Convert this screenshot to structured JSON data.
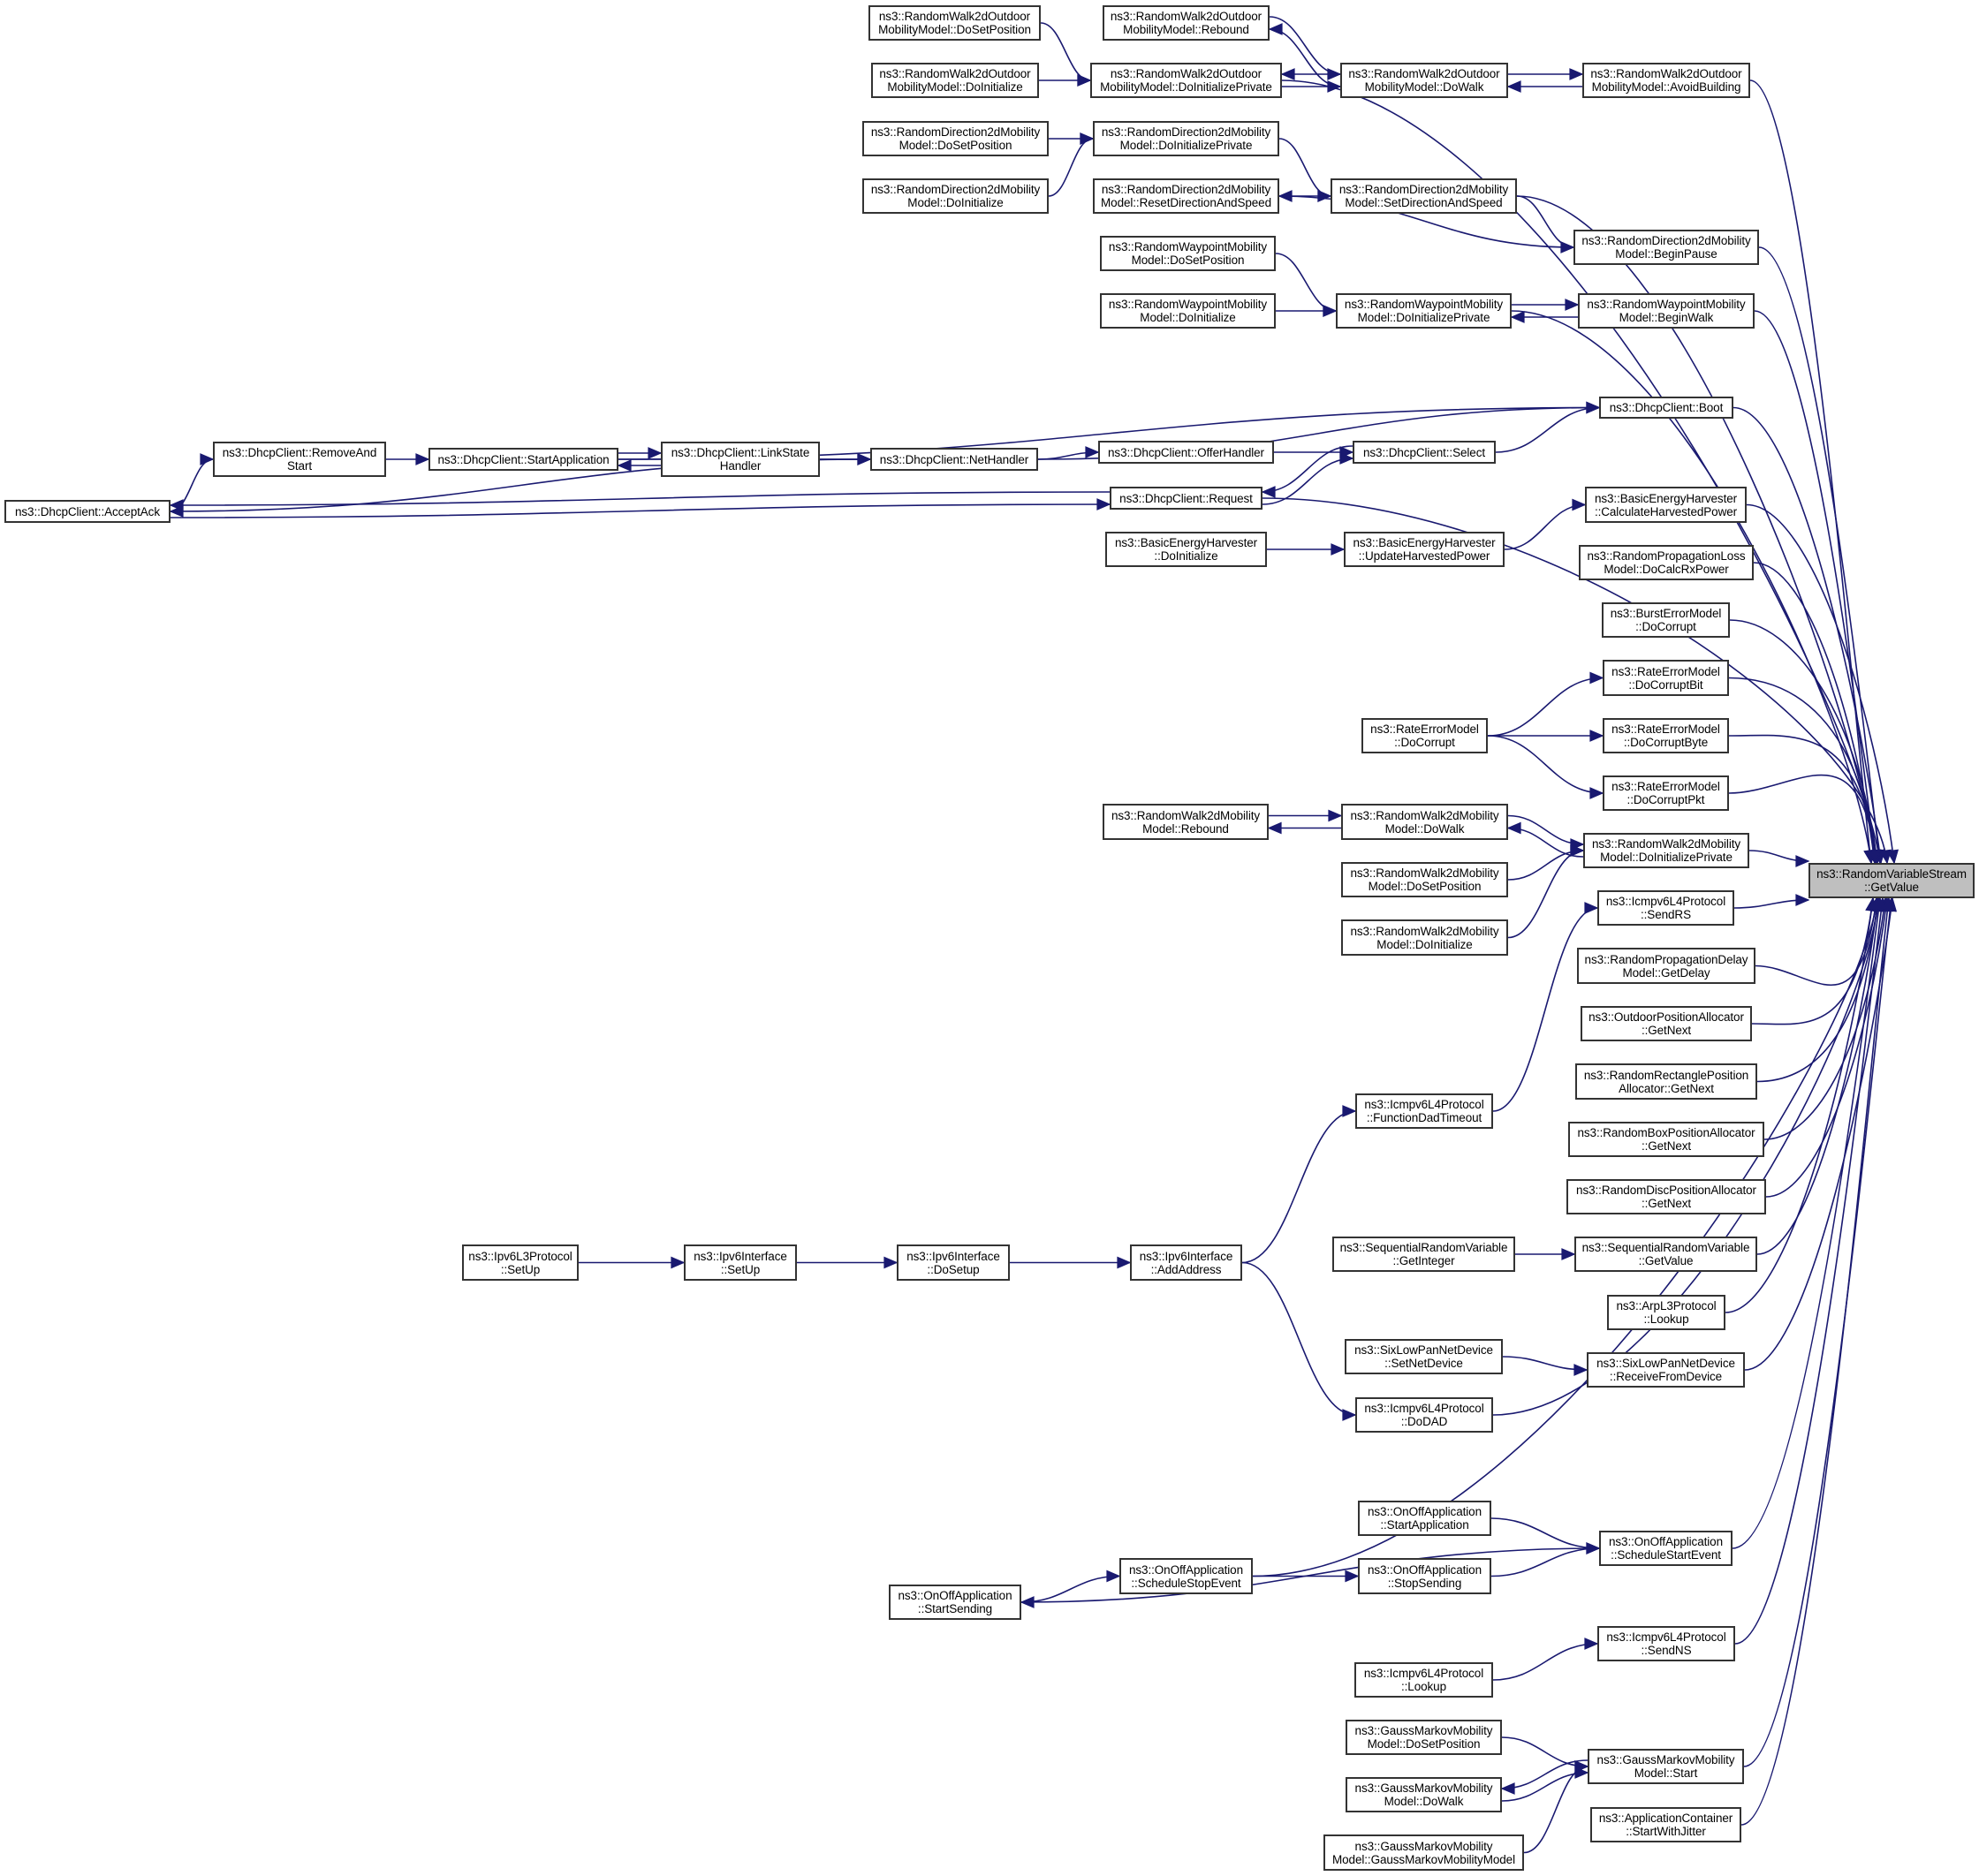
{
  "diagram": {
    "type": "call-graph",
    "target": "getvalue",
    "colors": {
      "edge": "#191970",
      "node_border": "#333333",
      "node_fill": "#ffffff",
      "target_fill": "#bfbfbf"
    },
    "nodes": {
      "rw2do_dosetpos": {
        "l1": "ns3::RandomWalk2dOutdoor",
        "l2": "MobilityModel::DoSetPosition"
      },
      "rw2do_doinit": {
        "l1": "ns3::RandomWalk2dOutdoor",
        "l2": "MobilityModel::DoInitialize"
      },
      "rw2do_doinitpriv": {
        "l1": "ns3::RandomWalk2dOutdoor",
        "l2": "MobilityModel::DoInitializePrivate"
      },
      "rw2do_rebound": {
        "l1": "ns3::RandomWalk2dOutdoor",
        "l2": "MobilityModel::Rebound"
      },
      "rw2do_dowalk": {
        "l1": "ns3::RandomWalk2dOutdoor",
        "l2": "MobilityModel::DoWalk"
      },
      "rw2do_avoid": {
        "l1": "ns3::RandomWalk2dOutdoor",
        "l2": "MobilityModel::AvoidBuilding"
      },
      "rd2d_dosetpos": {
        "l1": "ns3::RandomDirection2dMobility",
        "l2": "Model::DoSetPosition"
      },
      "rd2d_doinit": {
        "l1": "ns3::RandomDirection2dMobility",
        "l2": "Model::DoInitialize"
      },
      "rd2d_doinitpriv": {
        "l1": "ns3::RandomDirection2dMobility",
        "l2": "Model::DoInitializePrivate"
      },
      "rd2d_reset": {
        "l1": "ns3::RandomDirection2dMobility",
        "l2": "Model::ResetDirectionAndSpeed"
      },
      "rd2d_setdir": {
        "l1": "ns3::RandomDirection2dMobility",
        "l2": "Model::SetDirectionAndSpeed"
      },
      "rd2d_beginpause": {
        "l1": "ns3::RandomDirection2dMobility",
        "l2": "Model::BeginPause"
      },
      "rwp_dosetpos": {
        "l1": "ns3::RandomWaypointMobility",
        "l2": "Model::DoSetPosition"
      },
      "rwp_doinit": {
        "l1": "ns3::RandomWaypointMobility",
        "l2": "Model::DoInitialize"
      },
      "rwp_doinitpriv": {
        "l1": "ns3::RandomWaypointMobility",
        "l2": "Model::DoInitializePrivate"
      },
      "rwp_beginwalk": {
        "l1": "ns3::RandomWaypointMobility",
        "l2": "Model::BeginWalk"
      },
      "dhcp_acceptack": {
        "l1": "ns3::DhcpClient::AcceptAck",
        "l2": ""
      },
      "dhcp_removeandstart": {
        "l1": "ns3::DhcpClient::RemoveAnd",
        "l2": "Start"
      },
      "dhcp_startapp": {
        "l1": "ns3::DhcpClient::StartApplication",
        "l2": ""
      },
      "dhcp_linkstate": {
        "l1": "ns3::DhcpClient::LinkState",
        "l2": "Handler"
      },
      "dhcp_nethandler": {
        "l1": "ns3::DhcpClient::NetHandler",
        "l2": ""
      },
      "dhcp_offerhandler": {
        "l1": "ns3::DhcpClient::OfferHandler",
        "l2": ""
      },
      "dhcp_select": {
        "l1": "ns3::DhcpClient::Select",
        "l2": ""
      },
      "dhcp_request": {
        "l1": "ns3::DhcpClient::Request",
        "l2": ""
      },
      "dhcp_boot": {
        "l1": "ns3::DhcpClient::Boot",
        "l2": ""
      },
      "beh_doinit": {
        "l1": "ns3::BasicEnergyHarvester",
        "l2": "::DoInitialize"
      },
      "beh_update": {
        "l1": "ns3::BasicEnergyHarvester",
        "l2": "::UpdateHarvestedPower"
      },
      "beh_calc": {
        "l1": "ns3::BasicEnergyHarvester",
        "l2": "::CalculateHarvestedPower"
      },
      "rploss": {
        "l1": "ns3::RandomPropagationLoss",
        "l2": "Model::DoCalcRxPower"
      },
      "burst": {
        "l1": "ns3::BurstErrorModel",
        "l2": "::DoCorrupt"
      },
      "rem_docorrupt": {
        "l1": "ns3::RateErrorModel",
        "l2": "::DoCorrupt"
      },
      "rem_bit": {
        "l1": "ns3::RateErrorModel",
        "l2": "::DoCorruptBit"
      },
      "rem_byte": {
        "l1": "ns3::RateErrorModel",
        "l2": "::DoCorruptByte"
      },
      "rem_pkt": {
        "l1": "ns3::RateErrorModel",
        "l2": "::DoCorruptPkt"
      },
      "rw2d_rebound": {
        "l1": "ns3::RandomWalk2dMobility",
        "l2": "Model::Rebound"
      },
      "rw2d_dowalk": {
        "l1": "ns3::RandomWalk2dMobility",
        "l2": "Model::DoWalk"
      },
      "rw2d_dosetpos": {
        "l1": "ns3::RandomWalk2dMobility",
        "l2": "Model::DoSetPosition"
      },
      "rw2d_doinit": {
        "l1": "ns3::RandomWalk2dMobility",
        "l2": "Model::DoInitialize"
      },
      "rw2d_doinitpriv": {
        "l1": "ns3::RandomWalk2dMobility",
        "l2": "Model::DoInitializePrivate"
      },
      "getvalue": {
        "l1": "ns3::RandomVariableStream",
        "l2": "::GetValue"
      },
      "icmp_sendrs": {
        "l1": "ns3::Icmpv6L4Protocol",
        "l2": "::SendRS"
      },
      "rpdelay": {
        "l1": "ns3::RandomPropagationDelay",
        "l2": "Model::GetDelay"
      },
      "outdoor": {
        "l1": "ns3::OutdoorPositionAllocator",
        "l2": "::GetNext"
      },
      "rrect": {
        "l1": "ns3::RandomRectanglePosition",
        "l2": "Allocator::GetNext"
      },
      "rbox": {
        "l1": "ns3::RandomBoxPositionAllocator",
        "l2": "::GetNext"
      },
      "rdisc": {
        "l1": "ns3::RandomDiscPositionAllocator",
        "l2": "::GetNext"
      },
      "icmp_fdt": {
        "l1": "ns3::Icmpv6L4Protocol",
        "l2": "::FunctionDadTimeout"
      },
      "ipv6l3_setup": {
        "l1": "ns3::Ipv6L3Protocol",
        "l2": "::SetUp"
      },
      "ipv6if_setup": {
        "l1": "ns3::Ipv6Interface",
        "l2": "::SetUp"
      },
      "ipv6if_dosetup": {
        "l1": "ns3::Ipv6Interface",
        "l2": "::DoSetup"
      },
      "ipv6if_addaddr": {
        "l1": "ns3::Ipv6Interface",
        "l2": "::AddAddress"
      },
      "seq_getint": {
        "l1": "ns3::SequentialRandomVariable",
        "l2": "::GetInteger"
      },
      "seq_getval": {
        "l1": "ns3::SequentialRandomVariable",
        "l2": "::GetValue"
      },
      "arp_lookup": {
        "l1": "ns3::ArpL3Protocol",
        "l2": "::Lookup"
      },
      "six_setnd": {
        "l1": "ns3::SixLowPanNetDevice",
        "l2": "::SetNetDevice"
      },
      "six_recv": {
        "l1": "ns3::SixLowPanNetDevice",
        "l2": "::ReceiveFromDevice"
      },
      "icmp_dodad": {
        "l1": "ns3::Icmpv6L4Protocol",
        "l2": "::DoDAD"
      },
      "onoff_startapp": {
        "l1": "ns3::OnOffApplication",
        "l2": "::StartApplication"
      },
      "onoff_stopsend": {
        "l1": "ns3::OnOffApplication",
        "l2": "::StopSending"
      },
      "onoff_schedstart": {
        "l1": "ns3::OnOffApplication",
        "l2": "::ScheduleStartEvent"
      },
      "onoff_schedstop": {
        "l1": "ns3::OnOffApplication",
        "l2": "::ScheduleStopEvent"
      },
      "onoff_startsend": {
        "l1": "ns3::OnOffApplication",
        "l2": "::StartSending"
      },
      "icmp_sendns": {
        "l1": "ns3::Icmpv6L4Protocol",
        "l2": "::SendNS"
      },
      "icmp_lookup": {
        "l1": "ns3::Icmpv6L4Protocol",
        "l2": "::Lookup"
      },
      "gm_dosetpos": {
        "l1": "ns3::GaussMarkovMobility",
        "l2": "Model::DoSetPosition"
      },
      "gm_start": {
        "l1": "ns3::GaussMarkovMobility",
        "l2": "Model::Start"
      },
      "gm_dowalk": {
        "l1": "ns3::GaussMarkovMobility",
        "l2": "Model::DoWalk"
      },
      "gm_ctor": {
        "l1": "ns3::GaussMarkovMobility",
        "l2": "Model::GaussMarkovMobilityModel"
      },
      "appcont": {
        "l1": "ns3::ApplicationContainer",
        "l2": "::StartWithJitter"
      }
    },
    "edges": [
      [
        "rw2do_dosetpos",
        "rw2do_doinitpriv"
      ],
      [
        "rw2do_doinit",
        "rw2do_doinitpriv"
      ],
      [
        "rw2do_doinitpriv",
        "rw2do_dowalk"
      ],
      [
        "rw2do_dowalk",
        "rw2do_doinitpriv"
      ],
      [
        "rw2do_rebound",
        "rw2do_dowalk"
      ],
      [
        "rw2do_dowalk",
        "rw2do_rebound"
      ],
      [
        "rw2do_dowalk",
        "rw2do_avoid"
      ],
      [
        "rw2do_avoid",
        "rw2do_dowalk"
      ],
      [
        "rw2do_avoid",
        "getvalue"
      ],
      [
        "rw2do_doinitpriv",
        "getvalue"
      ],
      [
        "rd2d_dosetpos",
        "rd2d_doinitpriv"
      ],
      [
        "rd2d_doinit",
        "rd2d_doinitpriv"
      ],
      [
        "rd2d_doinitpriv",
        "rd2d_setdir"
      ],
      [
        "rd2d_reset",
        "rd2d_setdir"
      ],
      [
        "rd2d_setdir",
        "rd2d_beginpause"
      ],
      [
        "rd2d_beginpause",
        "rd2d_reset"
      ],
      [
        "rd2d_setdir",
        "getvalue"
      ],
      [
        "rd2d_beginpause",
        "getvalue"
      ],
      [
        "rwp_dosetpos",
        "rwp_doinitpriv"
      ],
      [
        "rwp_doinit",
        "rwp_doinitpriv"
      ],
      [
        "rwp_doinitpriv",
        "rwp_beginwalk"
      ],
      [
        "rwp_beginwalk",
        "rwp_doinitpriv"
      ],
      [
        "rwp_beginwalk",
        "getvalue"
      ],
      [
        "rwp_doinitpriv",
        "getvalue"
      ],
      [
        "dhcp_acceptack",
        "dhcp_removeandstart"
      ],
      [
        "dhcp_removeandstart",
        "dhcp_startapp"
      ],
      [
        "dhcp_startapp",
        "dhcp_linkstate"
      ],
      [
        "dhcp_linkstate",
        "dhcp_startapp"
      ],
      [
        "dhcp_linkstate",
        "dhcp_nethandler"
      ],
      [
        "dhcp_startapp",
        "dhcp_nethandler"
      ],
      [
        "dhcp_startapp",
        "dhcp_boot"
      ],
      [
        "dhcp_nethandler",
        "dhcp_boot"
      ],
      [
        "dhcp_nethandler",
        "dhcp_offerhandler"
      ],
      [
        "dhcp_nethandler",
        "dhcp_acceptack"
      ],
      [
        "dhcp_offerhandler",
        "dhcp_select"
      ],
      [
        "dhcp_select",
        "dhcp_request"
      ],
      [
        "dhcp_request",
        "dhcp_select"
      ],
      [
        "dhcp_select",
        "dhcp_boot"
      ],
      [
        "dhcp_acceptack",
        "dhcp_request"
      ],
      [
        "dhcp_request",
        "dhcp_acceptack"
      ],
      [
        "dhcp_boot",
        "getvalue"
      ],
      [
        "dhcp_request",
        "getvalue"
      ],
      [
        "beh_doinit",
        "beh_update"
      ],
      [
        "beh_update",
        "beh_calc"
      ],
      [
        "beh_calc",
        "getvalue"
      ],
      [
        "rploss",
        "getvalue"
      ],
      [
        "burst",
        "getvalue"
      ],
      [
        "rem_docorrupt",
        "rem_bit"
      ],
      [
        "rem_docorrupt",
        "rem_byte"
      ],
      [
        "rem_docorrupt",
        "rem_pkt"
      ],
      [
        "rem_bit",
        "getvalue"
      ],
      [
        "rem_byte",
        "getvalue"
      ],
      [
        "rem_pkt",
        "getvalue"
      ],
      [
        "rw2d_rebound",
        "rw2d_dowalk"
      ],
      [
        "rw2d_dowalk",
        "rw2d_rebound"
      ],
      [
        "rw2d_dowalk",
        "rw2d_doinitpriv"
      ],
      [
        "rw2d_doinitpriv",
        "rw2d_dowalk"
      ],
      [
        "rw2d_dosetpos",
        "rw2d_doinitpriv"
      ],
      [
        "rw2d_doinit",
        "rw2d_doinitpriv"
      ],
      [
        "rw2d_doinitpriv",
        "getvalue"
      ],
      [
        "icmp_fdt",
        "icmp_sendrs"
      ],
      [
        "icmp_sendrs",
        "getvalue"
      ],
      [
        "rpdelay",
        "getvalue"
      ],
      [
        "outdoor",
        "getvalue"
      ],
      [
        "rrect",
        "getvalue"
      ],
      [
        "rbox",
        "getvalue"
      ],
      [
        "rdisc",
        "getvalue"
      ],
      [
        "ipv6l3_setup",
        "ipv6if_setup"
      ],
      [
        "ipv6if_setup",
        "ipv6if_dosetup"
      ],
      [
        "ipv6if_dosetup",
        "ipv6if_addaddr"
      ],
      [
        "ipv6if_addaddr",
        "icmp_fdt"
      ],
      [
        "ipv6if_addaddr",
        "icmp_dodad"
      ],
      [
        "seq_getint",
        "seq_getval"
      ],
      [
        "seq_getval",
        "getvalue"
      ],
      [
        "arp_lookup",
        "getvalue"
      ],
      [
        "six_setnd",
        "six_recv"
      ],
      [
        "six_recv",
        "getvalue"
      ],
      [
        "icmp_dodad",
        "getvalue"
      ],
      [
        "onoff_startsend",
        "onoff_schedstop"
      ],
      [
        "onoff_schedstop",
        "onoff_stopsend"
      ],
      [
        "onoff_schedstop",
        "getvalue"
      ],
      [
        "onoff_startapp",
        "onoff_schedstart"
      ],
      [
        "onoff_stopsend",
        "onoff_schedstart"
      ],
      [
        "onoff_schedstart",
        "onoff_startsend"
      ],
      [
        "onoff_schedstart",
        "getvalue"
      ],
      [
        "icmp_lookup",
        "icmp_sendns"
      ],
      [
        "icmp_sendns",
        "getvalue"
      ],
      [
        "gm_dosetpos",
        "gm_start"
      ],
      [
        "gm_dowalk",
        "gm_start"
      ],
      [
        "gm_start",
        "gm_dowalk"
      ],
      [
        "gm_ctor",
        "gm_start"
      ],
      [
        "gm_start",
        "getvalue"
      ],
      [
        "appcont",
        "getvalue"
      ]
    ]
  }
}
